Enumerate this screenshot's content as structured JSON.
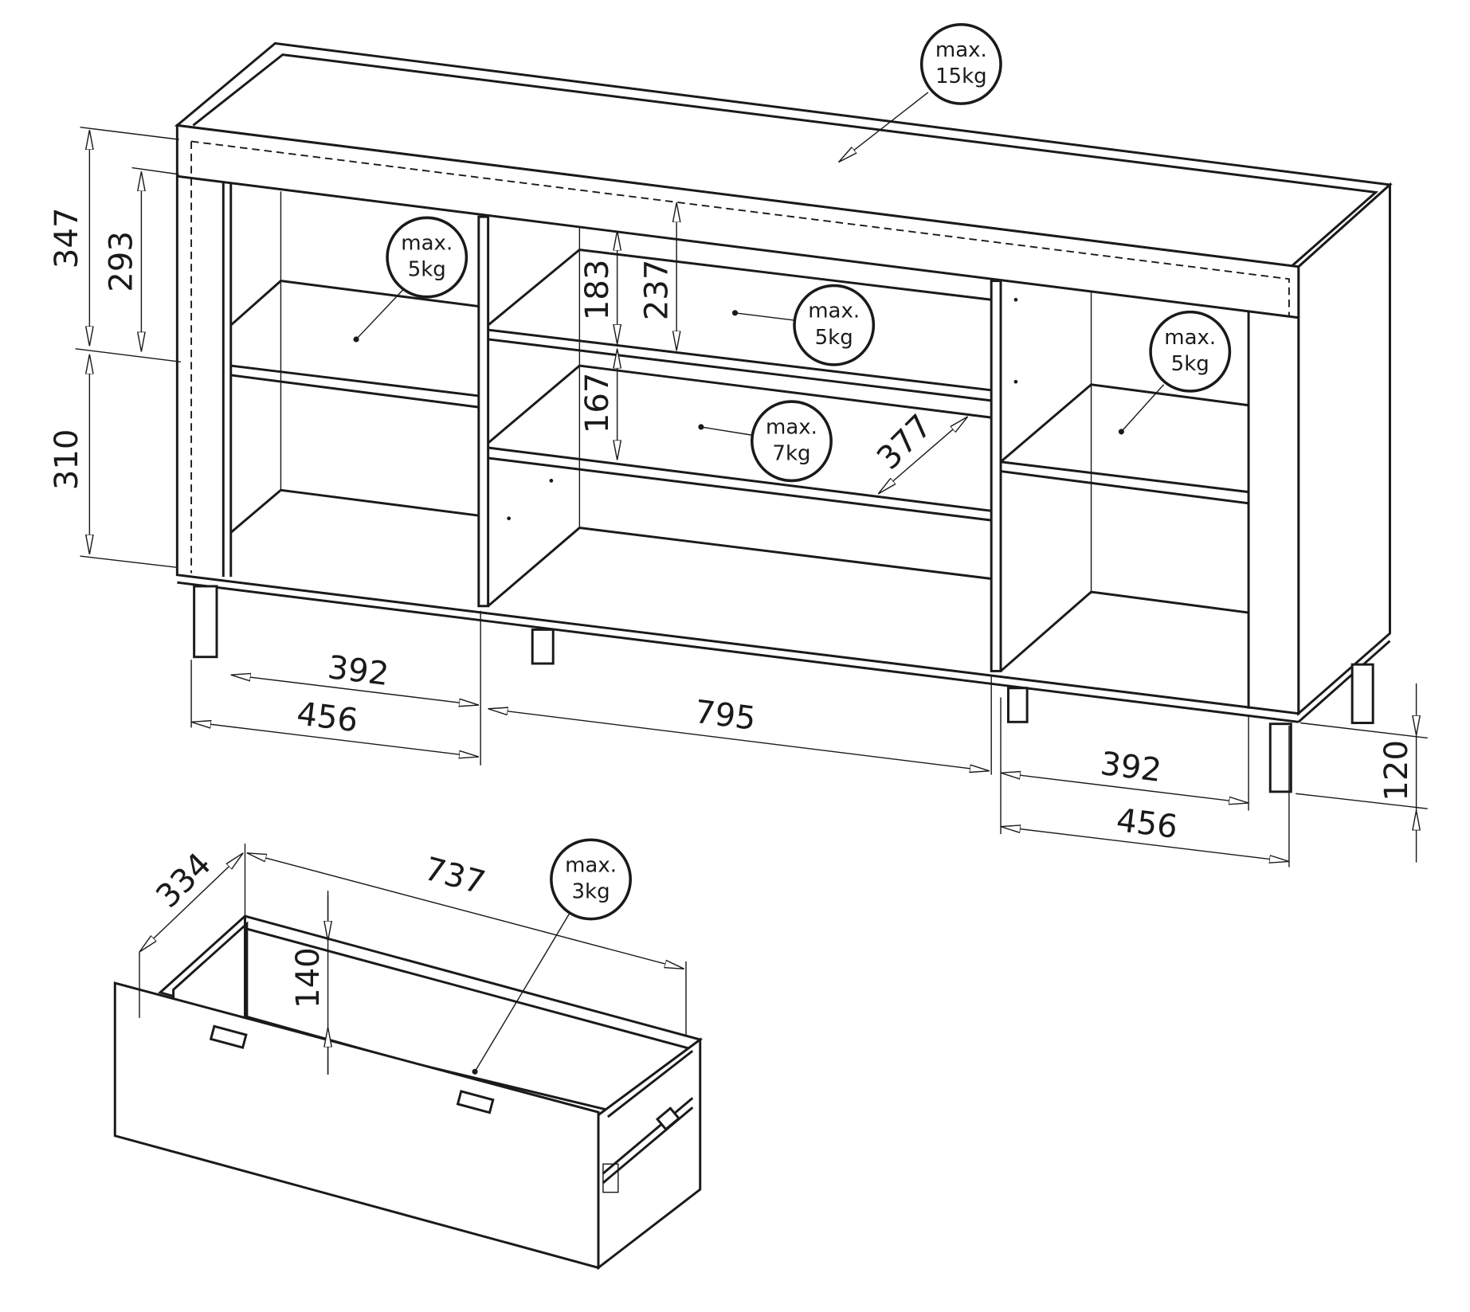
{
  "title": "Sideboard dimensions and load capacity diagram",
  "cabinet": {
    "dimensions": {
      "total_height_upper": "347",
      "top_compartment_height": "293",
      "lower_height": "310",
      "upper_shelf_gap": "183",
      "center_top_height": "237",
      "lower_shelf_gap": "167",
      "shelf_depth": "377",
      "left_inner_width": "392",
      "left_outer_width": "456",
      "center_width": "795",
      "right_inner_width": "392",
      "right_outer_width": "456",
      "leg_height": "120"
    },
    "loads": [
      {
        "line1": "max.",
        "line2": "15kg"
      },
      {
        "line1": "max.",
        "line2": "5kg"
      },
      {
        "line1": "max.",
        "line2": "5kg"
      },
      {
        "line1": "max.",
        "line2": "7kg"
      },
      {
        "line1": "max.",
        "line2": "5kg"
      }
    ]
  },
  "drawer": {
    "dimensions": {
      "depth": "334",
      "width": "737",
      "height": "140"
    },
    "load": {
      "line1": "max.",
      "line2": "3kg"
    }
  }
}
